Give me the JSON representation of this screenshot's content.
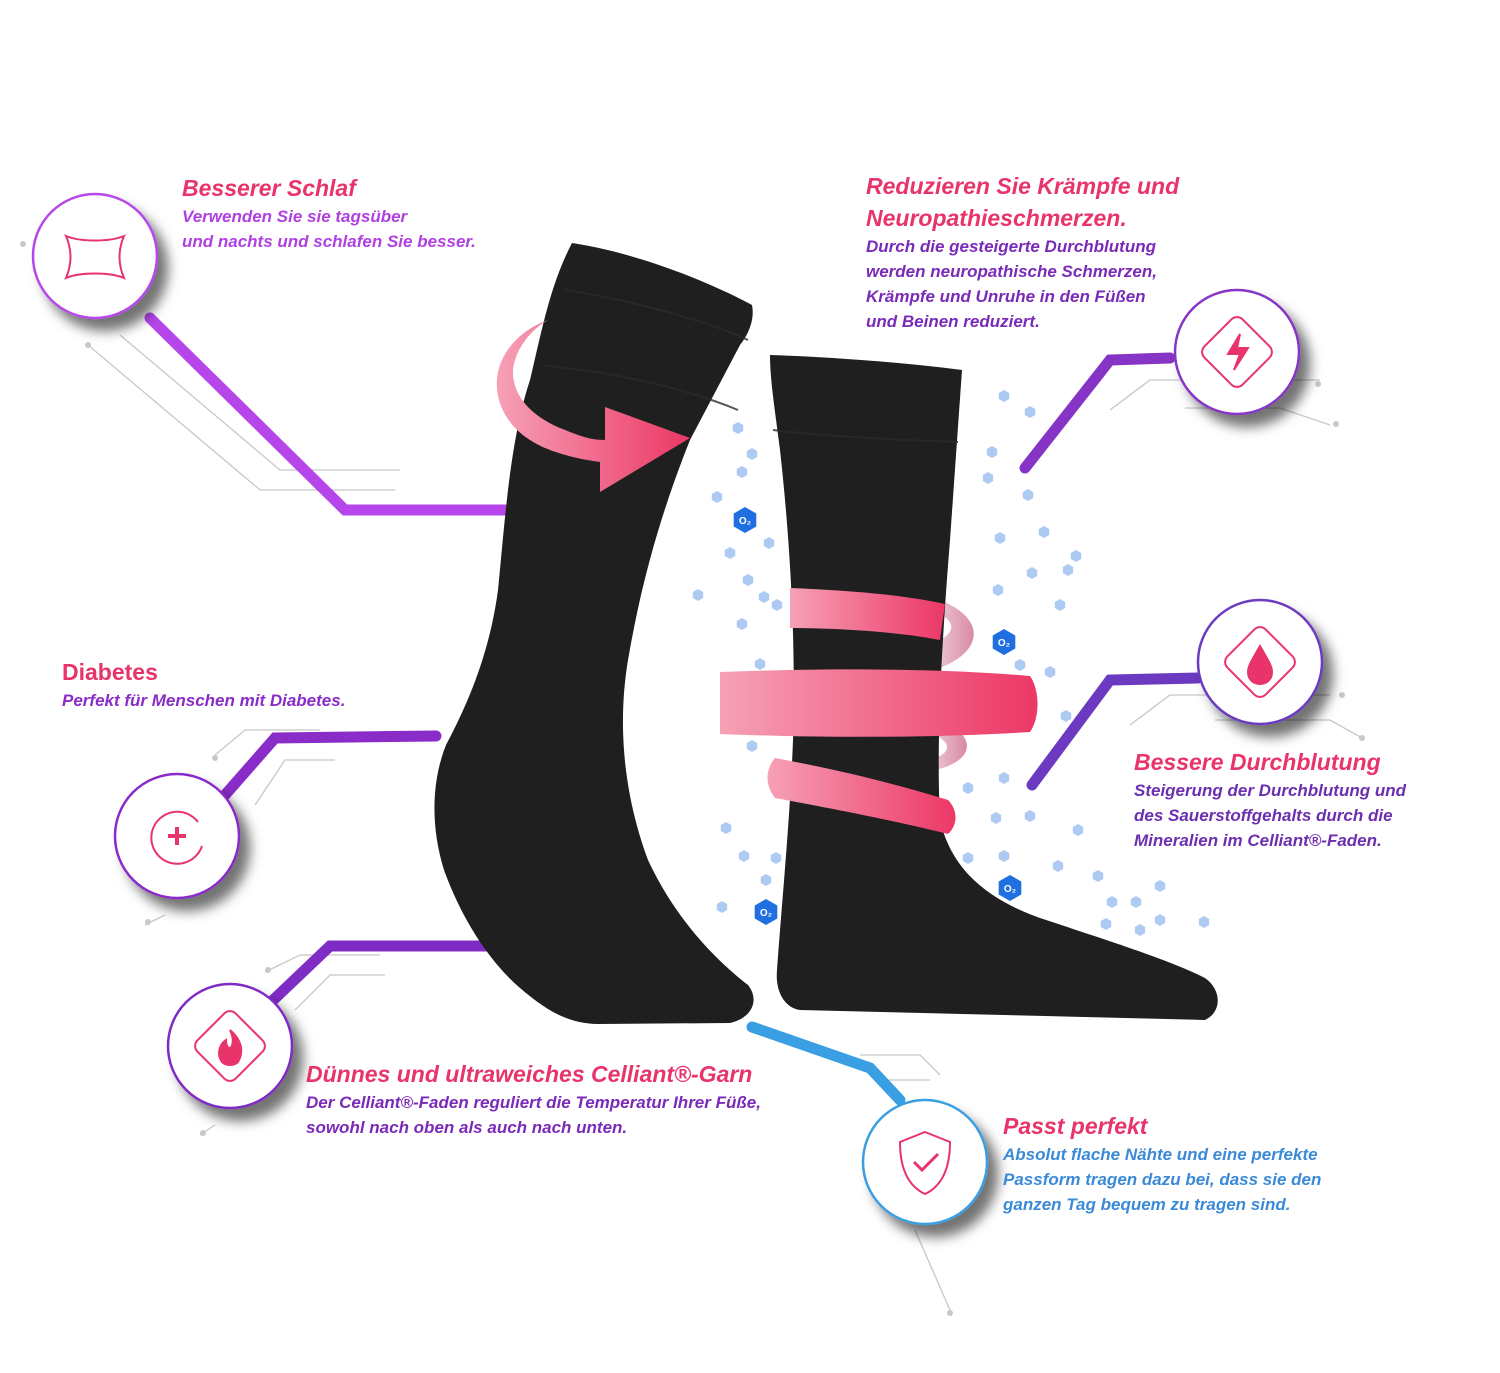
{
  "features": {
    "sleep": {
      "title": "Besserer Schlaf",
      "line1": "Verwenden Sie sie tagsüber",
      "line2": "und nachts und schlafen Sie besser.",
      "icon": "pillow-icon",
      "color": "#b040e0"
    },
    "cramps": {
      "title1": "Reduzieren Sie Krämpfe und",
      "title2": "Neuropathieschmerzen.",
      "line1": "Durch die gesteigerte Durchblutung",
      "line2": "werden neuropathische Schmerzen,",
      "line3": "Krämpfe und Unruhe in den Füßen",
      "line4": "und Beinen reduziert.",
      "icon": "lightning-cycle-icon",
      "color": "#7a2ab8"
    },
    "diabetes": {
      "title": "Diabetes",
      "line1": "Perfekt für Menschen mit Diabetes.",
      "icon": "medical-cross-icon",
      "color": "#8a2cc8"
    },
    "circulation": {
      "title": "Bessere Durchblutung",
      "line1": "Steigerung der Durchblutung und",
      "line2": "des Sauerstoffgehalts durch die",
      "line3": "Mineralien im Celliant®-Faden.",
      "icon": "blood-drop-cycle-icon",
      "color": "#6b2fb0"
    },
    "yarn": {
      "title": "Dünnes und ultraweiches Celliant®-Garn",
      "line1": "Der Celliant®-Faden reguliert die Temperatur Ihrer Füße,",
      "line2": "sowohl nach oben als auch nach unten.",
      "icon": "flame-cycle-icon",
      "color": "#7a2ab8"
    },
    "fit": {
      "title": "Passt perfekt",
      "line1": "Absolut flache Nähte und eine perfekte",
      "line2": "Passform tragen dazu bei, dass sie den",
      "line3": "ganzen Tag bequem zu tragen sind.",
      "icon": "shield-check-icon",
      "color": "#3a8ad8"
    }
  },
  "oxygen_label": "O₂",
  "colors": {
    "accent_pink": "#e8336b",
    "sock": "#1e1e1e",
    "oxygen_blue": "#5b8fe0"
  }
}
